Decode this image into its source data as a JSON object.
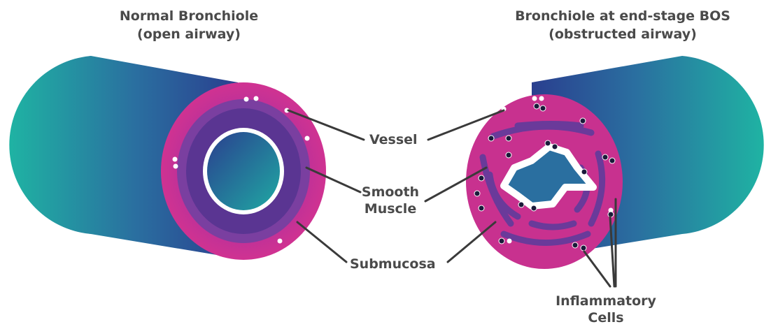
{
  "titles": {
    "left": {
      "line1": "Normal Bronchiole",
      "line2": "(open airway)"
    },
    "right": {
      "line1": "Bronchiole at end-stage BOS",
      "line2": "(obstructed airway)"
    }
  },
  "labels": {
    "vessel": "Vessel",
    "smooth_muscle": {
      "line1": "Smooth",
      "line2": "Muscle"
    },
    "submucosa": "Submucosa",
    "inflammatory_cells": {
      "line1": "Inflammatory",
      "line2": "Cells"
    }
  },
  "colors": {
    "tube_teal": "#1fb3a3",
    "tube_blue": "#2a3f8f",
    "outer_pink": "#d7338f",
    "muscle_purple": "#6a3a9a",
    "label_text": "#4a4a4a",
    "leader_line": "#3a3a3a"
  }
}
